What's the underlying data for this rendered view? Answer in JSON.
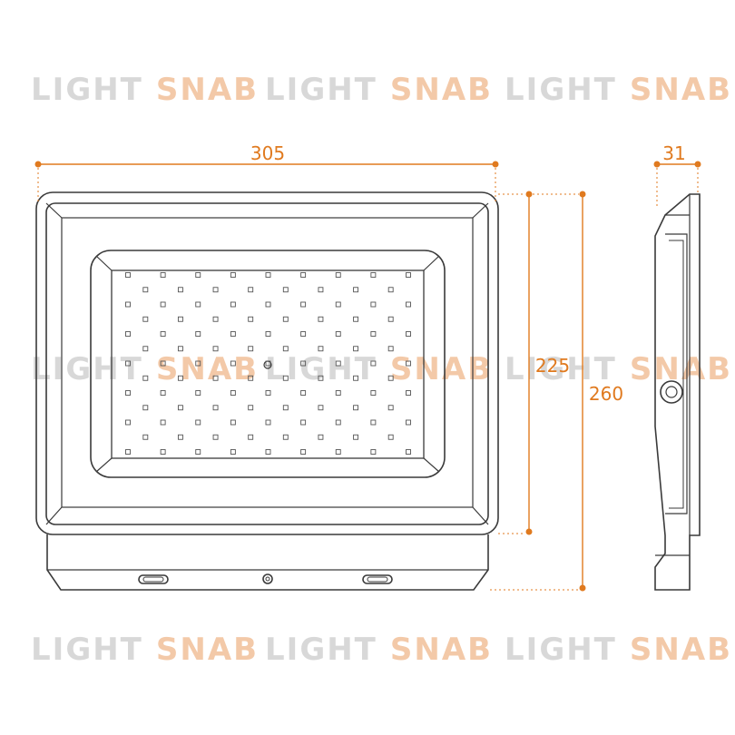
{
  "watermark": {
    "word1": "LIGHT",
    "word2": "SNAB",
    "color_word1": "#d8d8d8",
    "color_word2": "#f3c9a8"
  },
  "dimensions": {
    "width": "305",
    "height_front": "225",
    "height_total": "260",
    "depth": "31"
  },
  "colors": {
    "dimension_line": "#e07a1f",
    "outline": "#3a3a3a",
    "led": "#555555"
  },
  "led_grid": {
    "columns": 9,
    "rows": 13
  }
}
